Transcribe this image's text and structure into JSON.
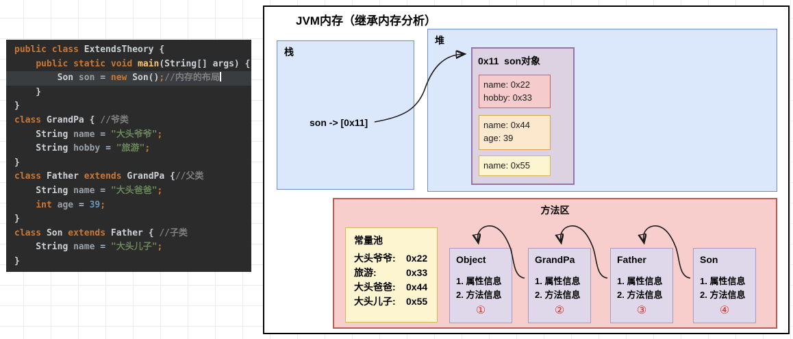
{
  "editor": {
    "lines": [
      {
        "tokens": [
          {
            "c": "kw",
            "t": "public class "
          },
          {
            "c": "pl",
            "t": "ExtendsTheory {"
          }
        ]
      },
      {
        "tokens": [
          {
            "c": "pl",
            "t": "    "
          },
          {
            "c": "kw",
            "t": "public static void "
          },
          {
            "c": "fn",
            "t": "main"
          },
          {
            "c": "pl",
            "t": "(String[] args) {"
          }
        ]
      },
      {
        "current": true,
        "tokens": [
          {
            "c": "pl",
            "t": "        Son "
          },
          {
            "c": "id",
            "t": "son "
          },
          {
            "c": "op",
            "t": "= "
          },
          {
            "c": "kw",
            "t": "new "
          },
          {
            "c": "pl",
            "t": "Son()"
          },
          {
            "c": "semi",
            "t": ";"
          },
          {
            "c": "cmt",
            "t": "//内存的布局"
          },
          {
            "c": "caret",
            "t": ""
          }
        ]
      },
      {
        "tokens": [
          {
            "c": "pl",
            "t": "    }"
          }
        ]
      },
      {
        "tokens": [
          {
            "c": "pl",
            "t": "}"
          }
        ]
      },
      {
        "tokens": [
          {
            "c": "kw",
            "t": "class "
          },
          {
            "c": "pl",
            "t": "GrandPa { "
          },
          {
            "c": "cmt",
            "t": "//爷类"
          }
        ]
      },
      {
        "tokens": [
          {
            "c": "pl",
            "t": "    String "
          },
          {
            "c": "id",
            "t": "name "
          },
          {
            "c": "op",
            "t": "= "
          },
          {
            "c": "str",
            "t": "\"大头爷爷\""
          },
          {
            "c": "semi",
            "t": ";"
          }
        ]
      },
      {
        "tokens": [
          {
            "c": "pl",
            "t": "    String "
          },
          {
            "c": "id",
            "t": "hobby "
          },
          {
            "c": "op",
            "t": "= "
          },
          {
            "c": "str",
            "t": "\"旅游\""
          },
          {
            "c": "semi",
            "t": ";"
          }
        ]
      },
      {
        "tokens": [
          {
            "c": "pl",
            "t": "}"
          }
        ]
      },
      {
        "tokens": [
          {
            "c": "kw",
            "t": "class "
          },
          {
            "c": "pl",
            "t": "Father "
          },
          {
            "c": "kw",
            "t": "extends "
          },
          {
            "c": "pl",
            "t": "GrandPa {"
          },
          {
            "c": "cmt",
            "t": "//父类"
          }
        ]
      },
      {
        "tokens": [
          {
            "c": "pl",
            "t": "    String "
          },
          {
            "c": "id",
            "t": "name "
          },
          {
            "c": "op",
            "t": "= "
          },
          {
            "c": "str",
            "t": "\"大头爸爸\""
          },
          {
            "c": "semi",
            "t": ";"
          }
        ]
      },
      {
        "tokens": [
          {
            "c": "pl",
            "t": "    "
          },
          {
            "c": "kw",
            "t": "int "
          },
          {
            "c": "id",
            "t": "age "
          },
          {
            "c": "op",
            "t": "= "
          },
          {
            "c": "num",
            "t": "39"
          },
          {
            "c": "semi",
            "t": ";"
          }
        ]
      },
      {
        "tokens": [
          {
            "c": "pl",
            "t": "}"
          }
        ]
      },
      {
        "tokens": [
          {
            "c": "kw",
            "t": "class "
          },
          {
            "c": "pl",
            "t": "Son "
          },
          {
            "c": "kw",
            "t": "extends "
          },
          {
            "c": "pl",
            "t": "Father { "
          },
          {
            "c": "cmt",
            "t": "//子类"
          }
        ]
      },
      {
        "tokens": [
          {
            "c": "pl",
            "t": "    String "
          },
          {
            "c": "id",
            "t": "name "
          },
          {
            "c": "op",
            "t": "= "
          },
          {
            "c": "str",
            "t": "\"大头儿子\""
          },
          {
            "c": "semi",
            "t": ";"
          }
        ]
      },
      {
        "tokens": [
          {
            "c": "pl",
            "t": "}"
          }
        ]
      }
    ]
  },
  "diagram": {
    "title": "JVM内存（继承内存分析）",
    "stack": {
      "label": "栈",
      "pointer_text": "son -> [0x11]"
    },
    "heap": {
      "label": "堆",
      "object_box": {
        "title": "0x11  son对象",
        "groups": [
          {
            "lines": [
              "name: 0x22",
              "hobby: 0x33"
            ]
          },
          {
            "lines": [
              "name: 0x44",
              "age: 39"
            ]
          },
          {
            "lines": [
              "name: 0x55"
            ]
          }
        ]
      }
    },
    "method_area": {
      "label": "方法区",
      "constant_pool": {
        "title": "常量池",
        "entries": [
          {
            "key": "大头爷爷:",
            "value": "0x22"
          },
          {
            "key": "旅游:",
            "value": "0x33"
          },
          {
            "key": "大头爸爸:",
            "value": "0x44"
          },
          {
            "key": "大头儿子:",
            "value": "0x55"
          }
        ]
      },
      "classes": [
        {
          "name": "Object",
          "items": [
            "1. 属性信息",
            "2. 方法信息"
          ],
          "num": "①"
        },
        {
          "name": "GrandPa",
          "items": [
            "1. 属性信息",
            "2. 方法信息"
          ],
          "num": "②"
        },
        {
          "name": "Father",
          "items": [
            "1. 属性信息",
            "2. 方法信息"
          ],
          "num": "③"
        },
        {
          "name": "Son",
          "items": [
            "1. 属性信息",
            "2. 方法信息"
          ],
          "num": "④"
        }
      ]
    }
  },
  "colors": {
    "editor_bg": "#2b2b2b",
    "keyword": "#cc7832",
    "string": "#6a8759",
    "comment": "#808080",
    "number": "#6897bb",
    "method": "#ffc66d",
    "mem_fill": "#dbe8fb",
    "mem_border": "#6c8ebf",
    "object_fill": "#ddd2e2",
    "object_border": "#9673a6",
    "pink_fill": "#f5cccb",
    "pink_border": "#c9605c",
    "orange_fill": "#fce8cd",
    "orange_border": "#d9a24c",
    "yellow_fill": "#fdf4d0",
    "yellow_border": "#d6b656",
    "method_area_fill": "#f7cecb",
    "method_area_border": "#bd5a51",
    "class_fill": "#ded8ea",
    "class_border": "#a79ac2",
    "circled_num": "#e8271f"
  }
}
